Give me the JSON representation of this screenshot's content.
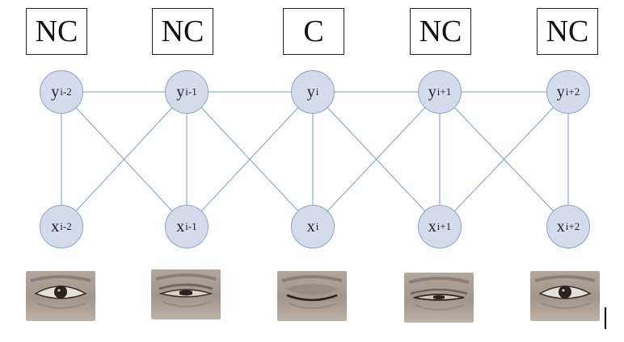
{
  "states": [
    {
      "label": "NC",
      "y_node": {
        "base": "y",
        "sub": "i-2"
      },
      "x_node": {
        "base": "x",
        "sub": "i-2"
      },
      "eye": "open"
    },
    {
      "label": "NC",
      "y_node": {
        "base": "y",
        "sub": "i-1"
      },
      "x_node": {
        "base": "x",
        "sub": "i-1"
      },
      "eye": "half-open"
    },
    {
      "label": "C",
      "y_node": {
        "base": "y",
        "sub": "i"
      },
      "x_node": {
        "base": "x",
        "sub": "i"
      },
      "eye": "closed"
    },
    {
      "label": "NC",
      "y_node": {
        "base": "y",
        "sub": "i+1"
      },
      "x_node": {
        "base": "x",
        "sub": "i+1"
      },
      "eye": "squint"
    },
    {
      "label": "NC",
      "y_node": {
        "base": "y",
        "sub": "i+2"
      },
      "x_node": {
        "base": "x",
        "sub": "i+2"
      },
      "eye": "open"
    }
  ],
  "edges": [
    [
      "y0",
      "y1"
    ],
    [
      "y1",
      "y2"
    ],
    [
      "y2",
      "y3"
    ],
    [
      "y3",
      "y4"
    ],
    [
      "y0",
      "x0"
    ],
    [
      "y0",
      "x1"
    ],
    [
      "y1",
      "x0"
    ],
    [
      "y1",
      "x1"
    ],
    [
      "y1",
      "x2"
    ],
    [
      "y2",
      "x1"
    ],
    [
      "y2",
      "x2"
    ],
    [
      "y2",
      "x3"
    ],
    [
      "y3",
      "x2"
    ],
    [
      "y3",
      "x3"
    ],
    [
      "y3",
      "x4"
    ],
    [
      "y4",
      "x3"
    ],
    [
      "y4",
      "x4"
    ]
  ],
  "colors": {
    "node_fill": "#d4dcec",
    "node_stroke": "#8ea2c2",
    "edge": "#7f9bbf",
    "box_border": "#222222"
  }
}
